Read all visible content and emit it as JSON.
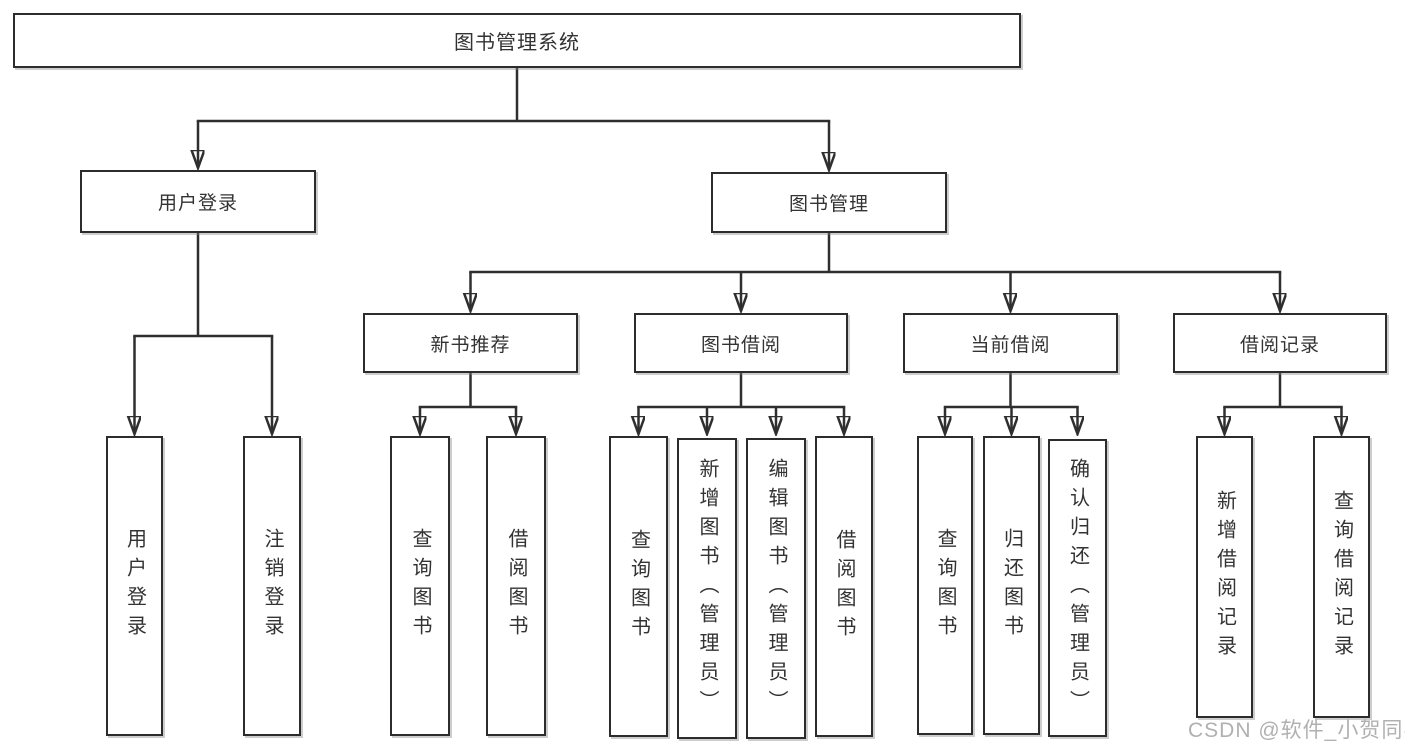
{
  "tree": {
    "label": "图书管理系统",
    "children": [
      {
        "label": "用户登录",
        "children": [
          {
            "label": "用户登录"
          },
          {
            "label": "注销登录"
          }
        ]
      },
      {
        "label": "图书管理",
        "children": [
          {
            "label": "新书推荐",
            "children": [
              {
                "label": "查询图书"
              },
              {
                "label": "借阅图书"
              }
            ]
          },
          {
            "label": "图书借阅",
            "children": [
              {
                "label": "查询图书"
              },
              {
                "label": "新增图书（管理员）"
              },
              {
                "label": "编辑图书（管理员）"
              },
              {
                "label": "借阅图书"
              }
            ]
          },
          {
            "label": "当前借阅",
            "children": [
              {
                "label": "查询图书"
              },
              {
                "label": "归还图书"
              },
              {
                "label": "确认归还（管理员）"
              }
            ]
          },
          {
            "label": "借阅记录",
            "children": [
              {
                "label": "新增借阅记录"
              },
              {
                "label": "查询借阅记录"
              }
            ]
          }
        ]
      }
    ]
  },
  "watermark": {
    "text": "CSDN @软件_小贺同学"
  },
  "colors": {
    "line": "#2f2f2f",
    "box_border": "#2c2c2c",
    "text": "#333333",
    "watermark": "#aaaaaa",
    "background": "#ffffff"
  }
}
